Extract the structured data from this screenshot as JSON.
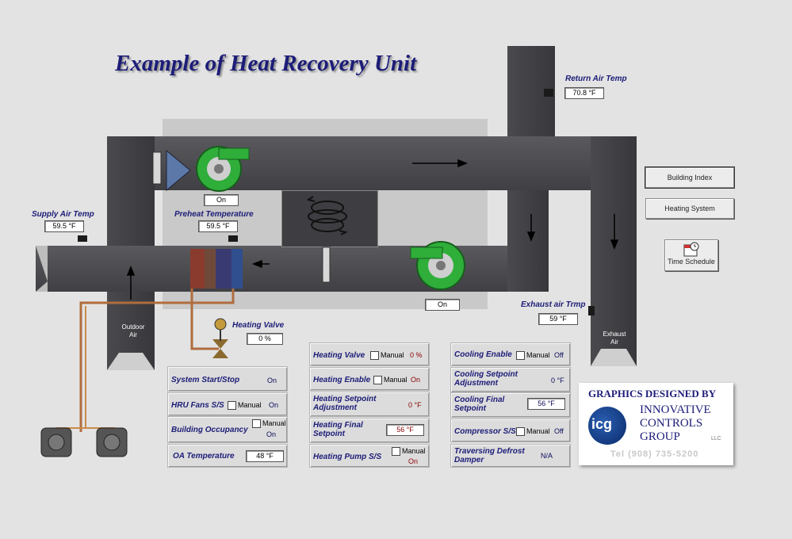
{
  "title": "Example of Heat Recovery Unit",
  "sensors": {
    "return_air_temp": {
      "label": "Return Air Temp",
      "value": "70.8 °F"
    },
    "supply_air_temp": {
      "label": "Supply Air Temp",
      "value": "59.5 °F"
    },
    "preheat_temp": {
      "label": "Preheat Temperature",
      "value": "59.5 °F"
    },
    "exhaust_air_temp": {
      "label": "Exhaust air Trmp",
      "value": "59 °F"
    },
    "heating_valve": {
      "label": "Heating Valve",
      "value": "0 %"
    }
  },
  "fans": {
    "supply_status": "On",
    "exhaust_status": "On"
  },
  "diagram_labels": {
    "outdoor": "Outdoor\nAir",
    "exhaust": "Exhaust\nAir"
  },
  "nav": {
    "building_index": "Building Index",
    "heating_system": "Heating System",
    "time_schedule": "Time Schedule"
  },
  "panels": {
    "system_start_stop": {
      "label": "System Start/Stop",
      "value": "On"
    },
    "hru_fans": {
      "label": "HRU Fans S/S",
      "manual": "Manual",
      "value": "On"
    },
    "building_occupancy": {
      "label": "Building Occupancy",
      "manual": "Manual",
      "value": "On"
    },
    "oa_temperature": {
      "label": "OA Temperature",
      "value": "48 °F"
    },
    "heating_valve": {
      "label": "Heating Valve",
      "manual": "Manual",
      "value": "0 %"
    },
    "heating_enable": {
      "label": "Heating Enable",
      "manual": "Manual",
      "value": "On"
    },
    "heating_setpoint_adj": {
      "label": "Heating Setpoint Adjustment",
      "value": "0 °F"
    },
    "heating_final_setpoint": {
      "label": "Heating Final Setpoint",
      "value": "56 °F"
    },
    "heating_pump": {
      "label": "Heating Pump S/S",
      "manual": "Manual",
      "value": "On"
    },
    "cooling_enable": {
      "label": "Cooling Enable",
      "manual": "Manual",
      "value": "Off"
    },
    "cooling_setpoint_adj": {
      "label": "Cooling Setpoint Adjustment",
      "value": "0 °F"
    },
    "cooling_final_setpoint": {
      "label": "Cooling Final Setpoint",
      "value": "56 °F"
    },
    "compressor": {
      "label": "Compressor S/S",
      "manual": "Manual",
      "value": "Off"
    },
    "traversing_defrost": {
      "label": "Traversing Defrost Damper",
      "value": "N/A"
    }
  },
  "logo": {
    "heading": "GRAPHICS DESIGNED BY",
    "mark": "icg",
    "line1": "INNOVATIVE",
    "line2": "CONTROLS",
    "line3": "GROUP",
    "llc": "LLC",
    "tel": "Tel (908) 735-5200"
  },
  "colors": {
    "label_navy": "#1c1c78",
    "fan_green": "#2fae3a",
    "setpoint_red": "#8b0000",
    "duct_gray": "#4a4a4e"
  }
}
